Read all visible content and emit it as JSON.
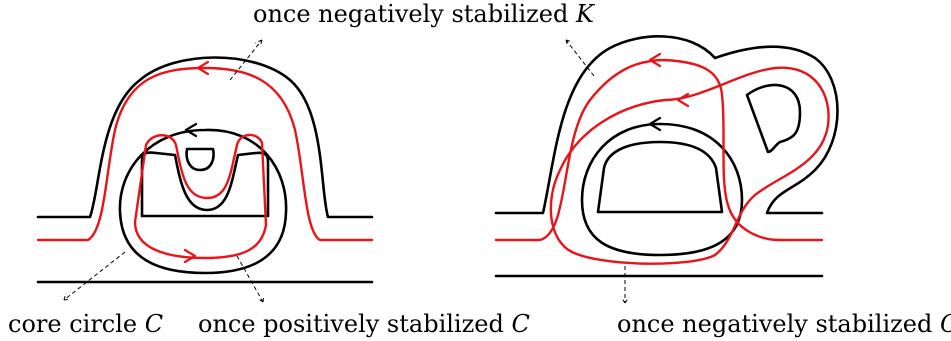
{
  "colors": {
    "curve": "#000000",
    "highlight": "#e8141a",
    "background": "#ffffff"
  },
  "labels": {
    "top_label_text": "once negatively stabilized ",
    "top_label_symbol": "K",
    "core_label_text": "core circle ",
    "core_label_symbol": "C",
    "pos_label_text": "once positively stabilized ",
    "pos_label_symbol": "C",
    "neg_label_text": "once negatively stabilized ",
    "neg_label_symbol": "C"
  }
}
